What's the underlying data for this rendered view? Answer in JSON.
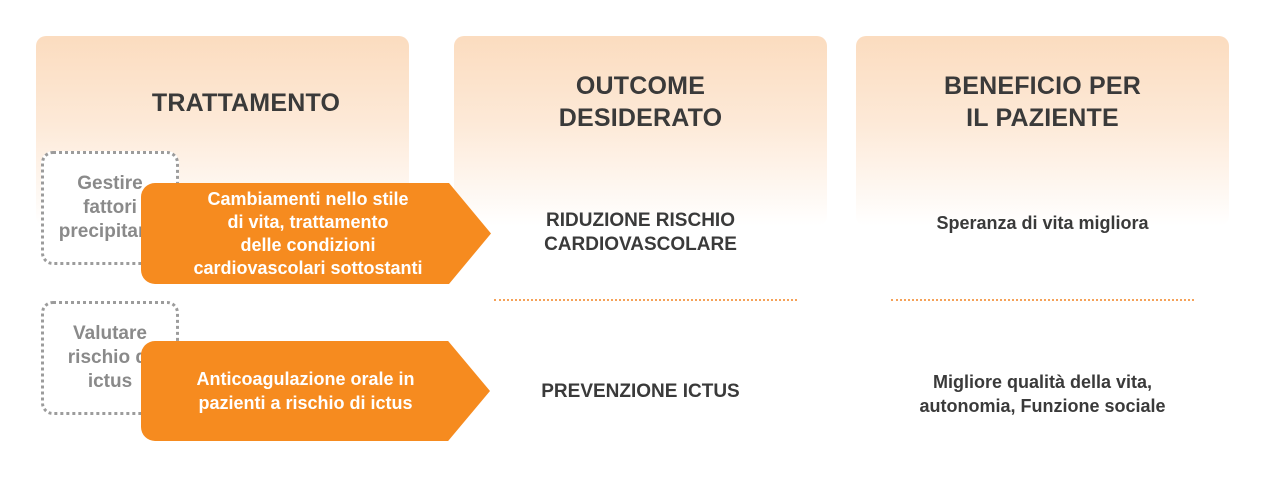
{
  "headers": {
    "treatment": "TRATTAMENTO",
    "outcome": "OUTCOME\nDESIDERATO",
    "benefit": "BENEFICIO PER\nIL PAZIENTE"
  },
  "rows": [
    {
      "action": "Gestire\nfattori\nprecipitanti",
      "treatment": "Cambiamenti nello stile\ndi vita, trattamento\ndelle condizioni\ncardiovascolari sottostanti",
      "outcome": "RIDUZIONE RISCHIO\nCARDIOVASCOLARE",
      "benefit": "Speranza di vita migliora"
    },
    {
      "action": "Valutare\nrischio di\nictus",
      "treatment": "Anticoagulazione orale in\npazienti a rischio di ictus",
      "outcome": "PREVENZIONE ICTUS",
      "benefit": "Migliore qualità della vita,\nautonomia, Funzione sociale"
    }
  ],
  "colors": {
    "accent": "#f68b1f",
    "header_bg": "#fbdcbf",
    "text_dark": "#3a3a3a",
    "text_gray": "#8a8a8a",
    "separator": "#f5a259"
  }
}
